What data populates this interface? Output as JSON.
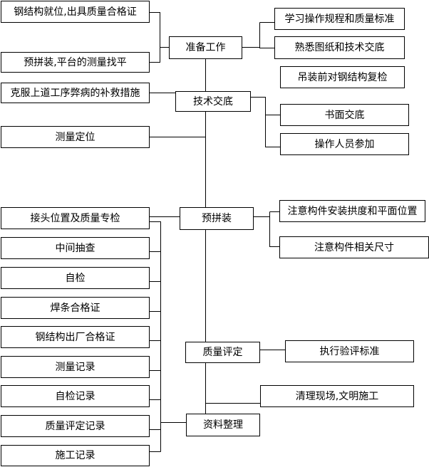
{
  "stages": {
    "prep": "准备工作",
    "tech": "技术交底",
    "preassembly": "预拼装",
    "quality": "质量评定",
    "docs": "资料整理"
  },
  "prep_left": {
    "cert": "钢结构就位,出具质量合格证",
    "leveling": "预拼装,平台的测量找平"
  },
  "prep_right": {
    "study": "学习操作规程和质量标准",
    "drawings": "熟悉图纸和技术交底",
    "recheck": "吊装前对钢结构复检"
  },
  "tech_left": {
    "remedy": "克服上道工序弊病的补救措施",
    "survey": "测量定位"
  },
  "tech_right": {
    "written": "书面交底",
    "operators": "操作人员参加"
  },
  "pre_right": {
    "camber": "注意构件安装拱度和平面位置",
    "dims": "注意构件相关尺寸"
  },
  "quality_right": {
    "standard": "执行验评标准",
    "cleanup": "清理现场,文明施工"
  },
  "checks": [
    "接头位置及质量专检",
    "中间抽查",
    "自检",
    "焊条合格证",
    "钢结构出厂合格证",
    "测量记录",
    "自检记录",
    "质量评定记录",
    "施工记录"
  ]
}
